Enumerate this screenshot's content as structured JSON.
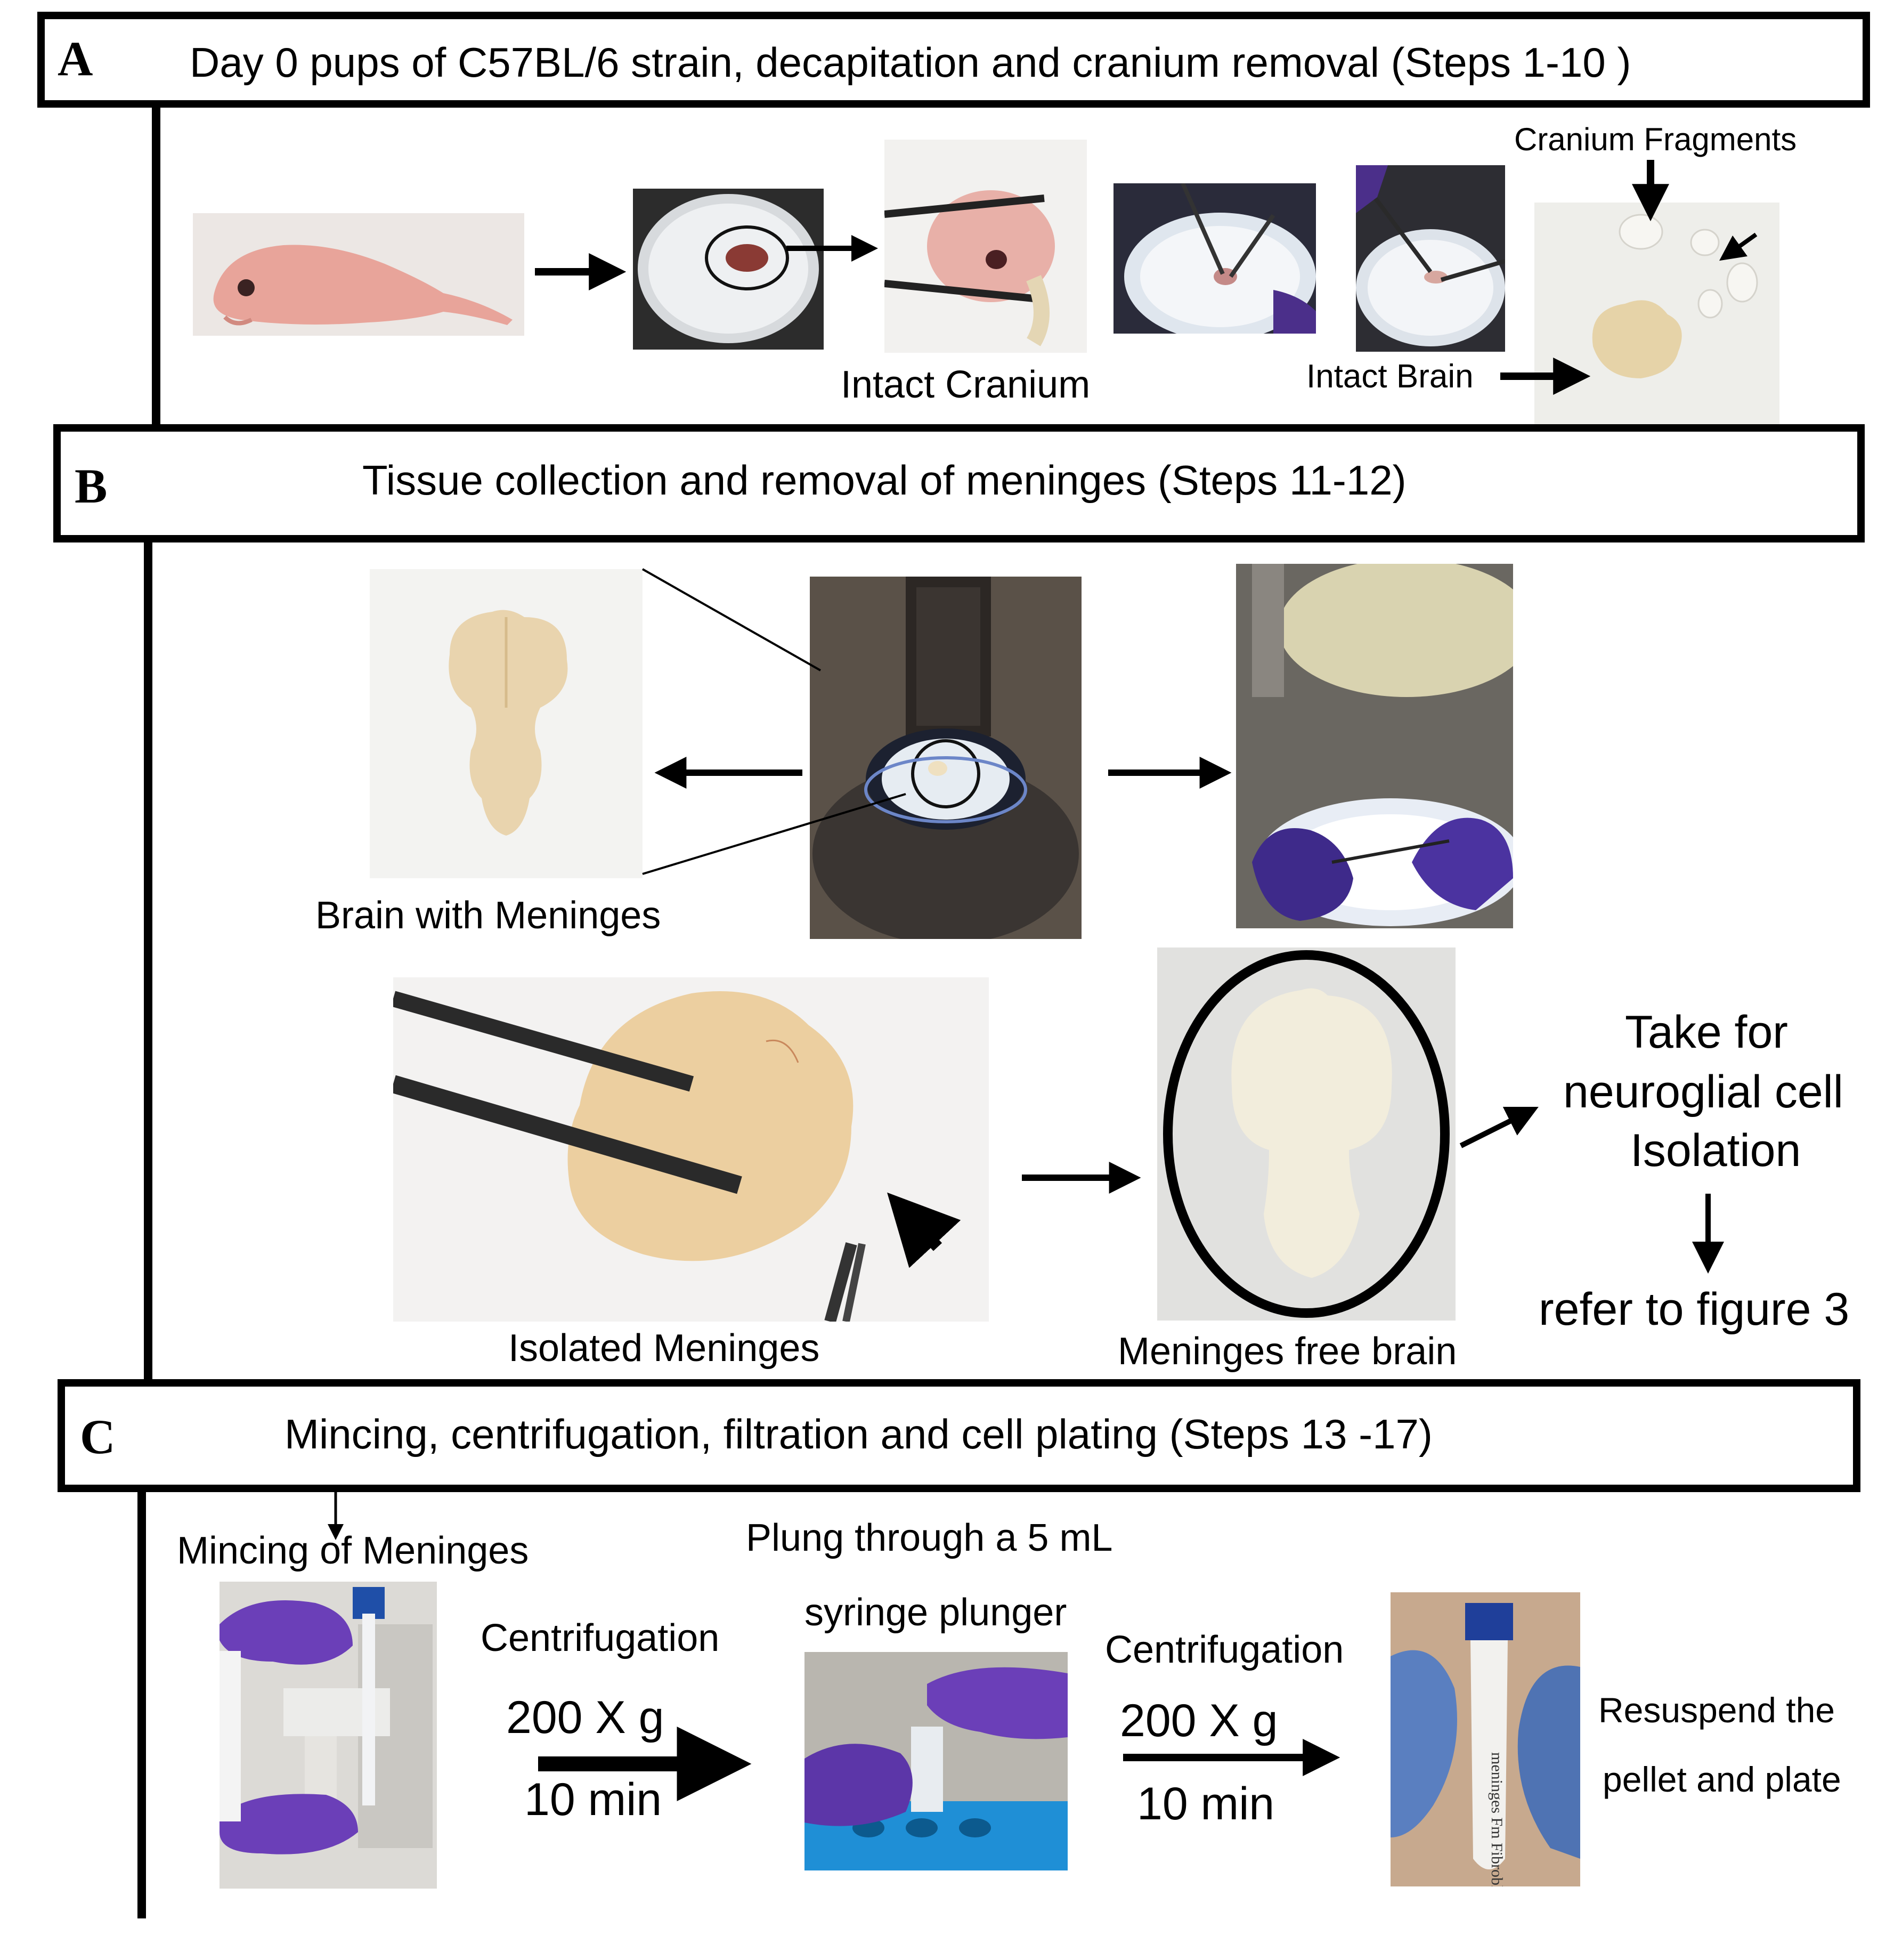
{
  "colors": {
    "frame": "#000000",
    "pup_skin": "#e8a49a",
    "brain_tissue": "#e6cfa6",
    "glove_purple": "#6b3fb8",
    "glove_blue": "#5a7fc0",
    "dish_dark": "#2a2a2a",
    "rack_blue": "#1f8fd6"
  },
  "sections": {
    "a": {
      "letter": "A",
      "title": "Day 0 pups of C57BL/6 strain, decapitation and cranium removal (Steps 1-10 )",
      "labels": {
        "cranium_fragments": "Cranium Fragments",
        "intact_cranium": "Intact Cranium",
        "intact_brain": "Intact Brain"
      }
    },
    "b": {
      "letter": "B",
      "title": "Tissue collection and removal of meninges (Steps 11-12)",
      "labels": {
        "brain_with_meninges": "Brain with Meninges",
        "isolated_meninges": "Isolated Meninges",
        "meninges_free_brain": "Meninges free brain",
        "take_for": "Take for",
        "neuroglial_cell": "neuroglial cell",
        "isolation": "Isolation",
        "refer_to_figure": "refer to figure 3"
      }
    },
    "c": {
      "letter": "C",
      "title": "Mincing, centrifugation, filtration and cell plating (Steps 13 -17)",
      "labels": {
        "mincing": "Mincing of Meninges",
        "plung_line1": "Plung through a 5 mL",
        "plung_line2": "syringe plunger",
        "centrifugation_1": "Centrifugation",
        "g_force_1": "200 X g",
        "time_1": "10 min",
        "centrifugation_2": "Centrifugation",
        "g_force_2": "200 X g",
        "time_2": "10 min",
        "resuspend_line1": "Resuspend the",
        "resuspend_line2": "pellet and plate",
        "tube_label": "meninges Fm Fibroblast"
      }
    }
  }
}
